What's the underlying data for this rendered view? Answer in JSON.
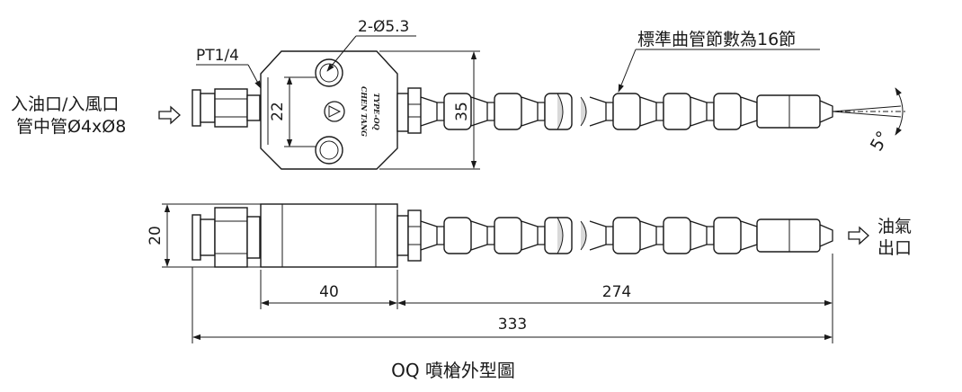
{
  "labels": {
    "hole_spec": "2-Ø5.3",
    "thread": "PT1/4",
    "inlet_line1": "入油口/入風口",
    "inlet_line2": "管中管Ø4xØ8",
    "segments": "標準曲管節數為16節",
    "outlet_line1": "油氣",
    "outlet_line2": "出口",
    "angle": "5°",
    "logo_line1": "CHEN TANG",
    "logo_line2": "TYPE-OQ"
  },
  "dimensions": {
    "hole_spacing": "22",
    "block_height": "35",
    "side_height": "20",
    "block_length": "40",
    "hose_length": "274",
    "overall_length": "333"
  },
  "title": "OQ 噴槍外型圖"
}
